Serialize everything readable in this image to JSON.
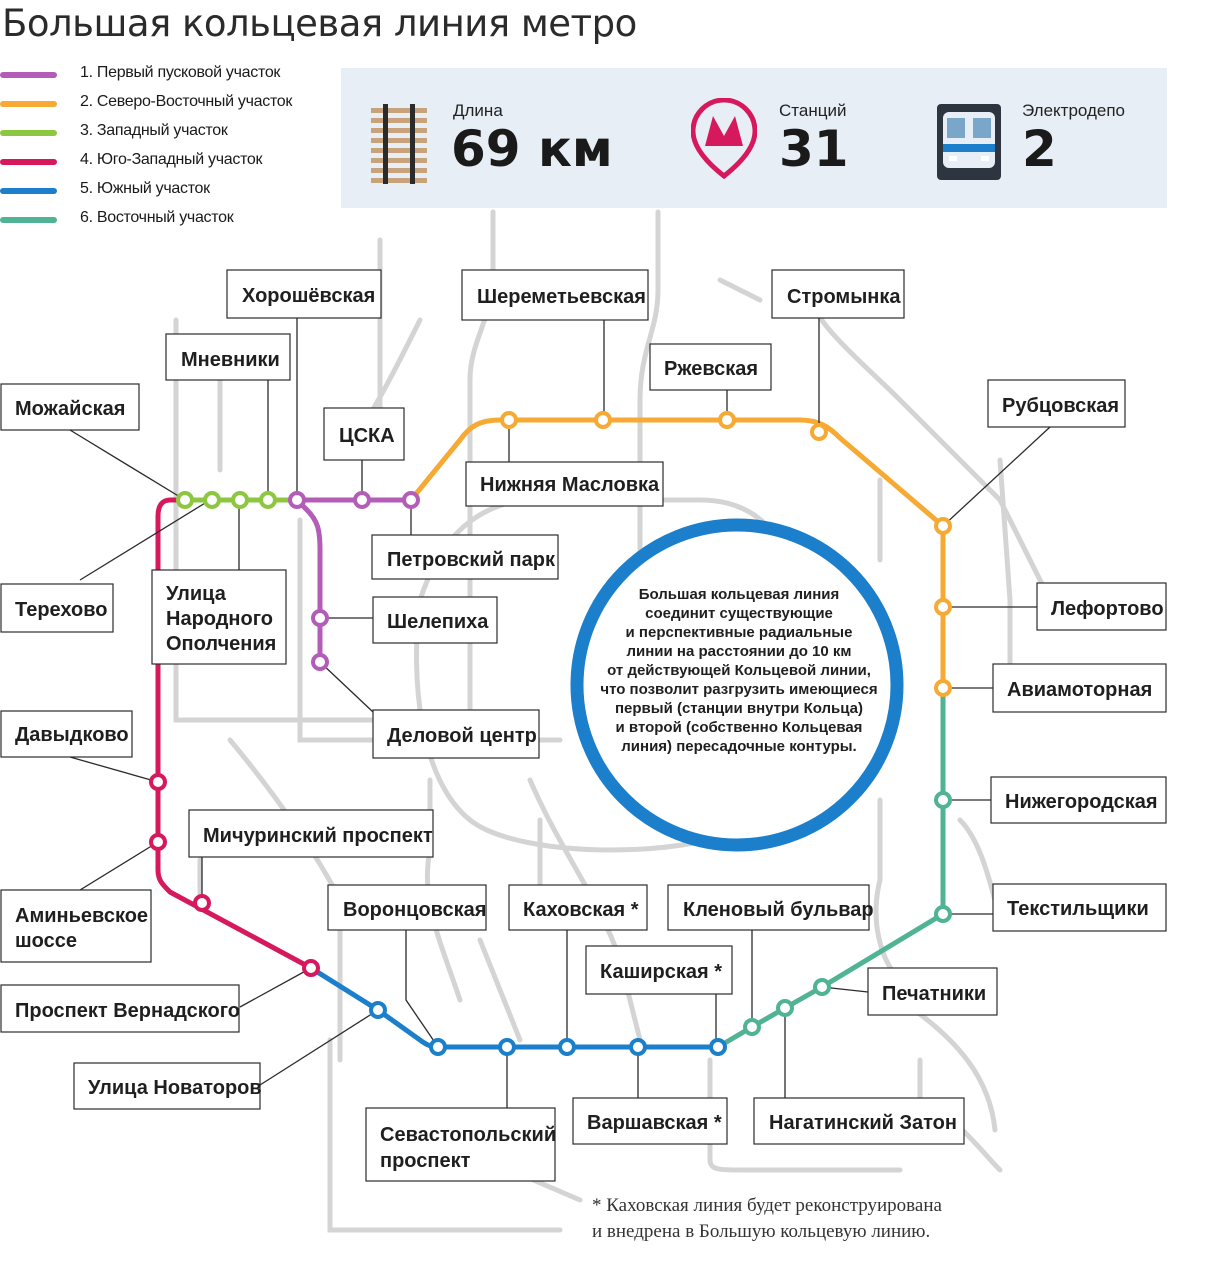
{
  "title": "Большая кольцевая линия метро",
  "legend": [
    {
      "label": "1. Первый пусковой участок",
      "color": "#b35db8"
    },
    {
      "label": "2. Северо-Восточный участок",
      "color": "#f6a933"
    },
    {
      "label": "3. Западный участок",
      "color": "#8dc63f"
    },
    {
      "label": "4. Юго-Западный участок",
      "color": "#d5195c"
    },
    {
      "label": "5. Южный участок",
      "color": "#1b7fcc"
    },
    {
      "label": "6. Восточный участок",
      "color": "#4fb394"
    }
  ],
  "stats": {
    "length": {
      "label": "Длина",
      "value": "69 км",
      "icon": "rail-track-icon"
    },
    "stations": {
      "label": "Станций",
      "value": "31",
      "icon": "metro-logo-icon"
    },
    "depots": {
      "label": "Электродепо",
      "value": "2",
      "icon": "train-icon"
    }
  },
  "colors": {
    "purple": "#b35db8",
    "orange": "#f6a933",
    "green": "#8dc63f",
    "red": "#d5195c",
    "blue": "#1b7fcc",
    "teal": "#4fb394",
    "grey": "#d4d4d4",
    "circle": "#1b7fcc",
    "panel": "#e8eef5"
  },
  "stations": [
    {
      "name": "Хорошёвская"
    },
    {
      "name": "Шереметьевская"
    },
    {
      "name": "Стромынка"
    },
    {
      "name": "Мневники"
    },
    {
      "name": "Ржевская"
    },
    {
      "name": "Можайская"
    },
    {
      "name": "ЦСКА"
    },
    {
      "name": "Рубцовская"
    },
    {
      "name": "Нижняя Масловка"
    },
    {
      "name": "Петровский парк"
    },
    {
      "name": "Терехово"
    },
    {
      "name": "Улица",
      "line2": "Народного",
      "line3": "Ополчения"
    },
    {
      "name": "Шелепиха"
    },
    {
      "name": "Лефортово"
    },
    {
      "name": "Авиамоторная"
    },
    {
      "name": "Давыдково"
    },
    {
      "name": "Деловой центр"
    },
    {
      "name": "Нижегородская"
    },
    {
      "name": "Мичуринский проспект"
    },
    {
      "name": "Аминьевское",
      "line2": "шоссе"
    },
    {
      "name": "Воронцовская"
    },
    {
      "name": "Каховская *"
    },
    {
      "name": "Кленовый бульвар"
    },
    {
      "name": "Текстильщики"
    },
    {
      "name": "Каширская *"
    },
    {
      "name": "Печатники"
    },
    {
      "name": "Проспект Вернадского"
    },
    {
      "name": "Улица Новаторов"
    },
    {
      "name": "Севастопольский",
      "line2": "проспект"
    },
    {
      "name": "Варшавская *"
    },
    {
      "name": "Нагатинский Затон"
    }
  ],
  "info_text": "Большая кольцевая линия\nсоединит существующие\nи перспективные радиальные\nлинии на расстоянии до 10 км\nот действующей Кольцевой линии,\nчто позволит разгрузить имеющиеся\nпервый (станции внутри Кольца)\nи второй (собственно Кольцевая\nлиния) пересадочные контуры.",
  "footnote": "* Каховская линия будет реконструирована\nи внедрена в Большую кольцевую линию."
}
